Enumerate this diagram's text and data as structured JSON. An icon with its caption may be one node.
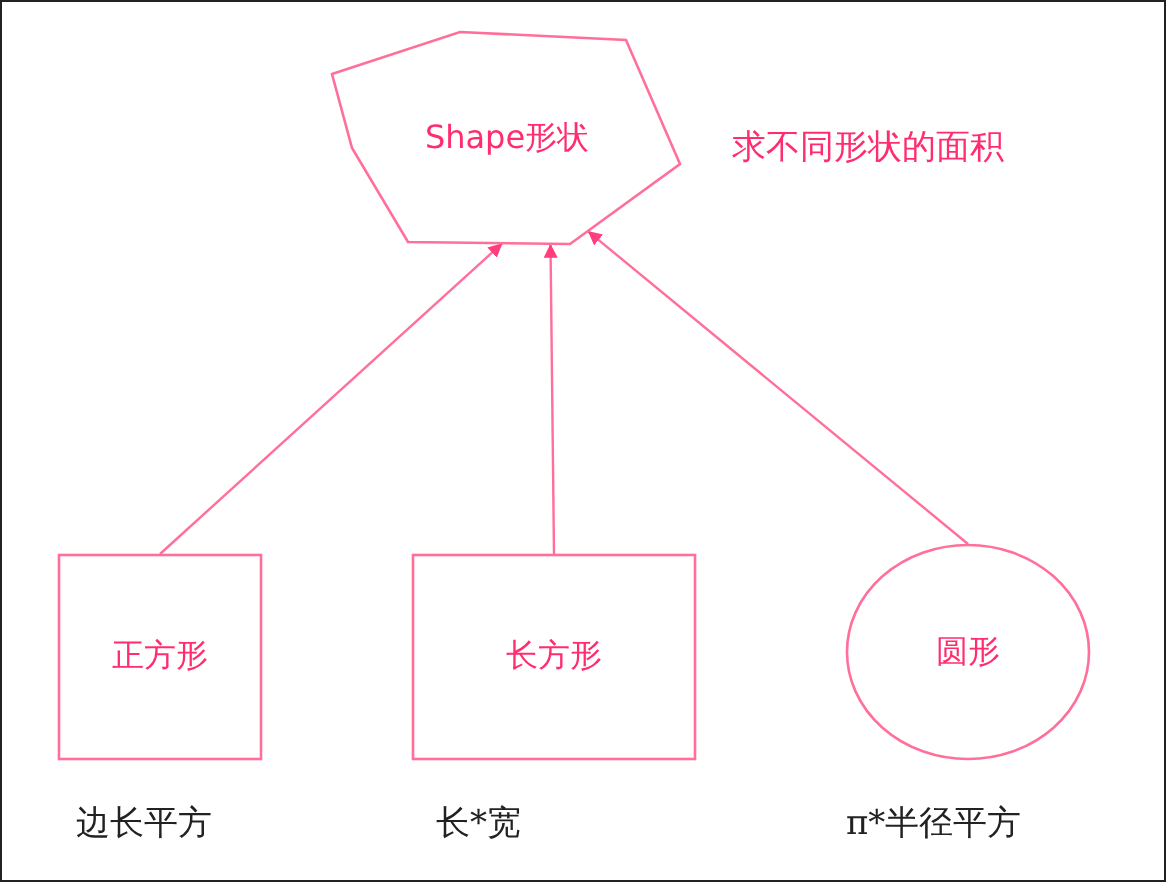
{
  "diagram": {
    "nodes": [
      {
        "text": [
          "Shape形状"
        ]
      },
      {
        "text": [
          "正方形"
        ],
        "beside": [
          "边长平方"
        ]
      },
      {
        "text": [
          "长方形"
        ],
        "beside": [
          "长*宽"
        ]
      },
      {
        "text": [
          "圆形"
        ],
        "beside": [
          "π*半径平方"
        ]
      }
    ],
    "edges": [
      {
        "from": 1,
        "to": 0,
        "arrow": "to"
      },
      {
        "from": 2,
        "to": 0,
        "arrow": "to"
      },
      {
        "from": 3,
        "to": 0,
        "arrow": "to"
      }
    ],
    "labels": [
      "求不同形状的面积"
    ]
  }
}
